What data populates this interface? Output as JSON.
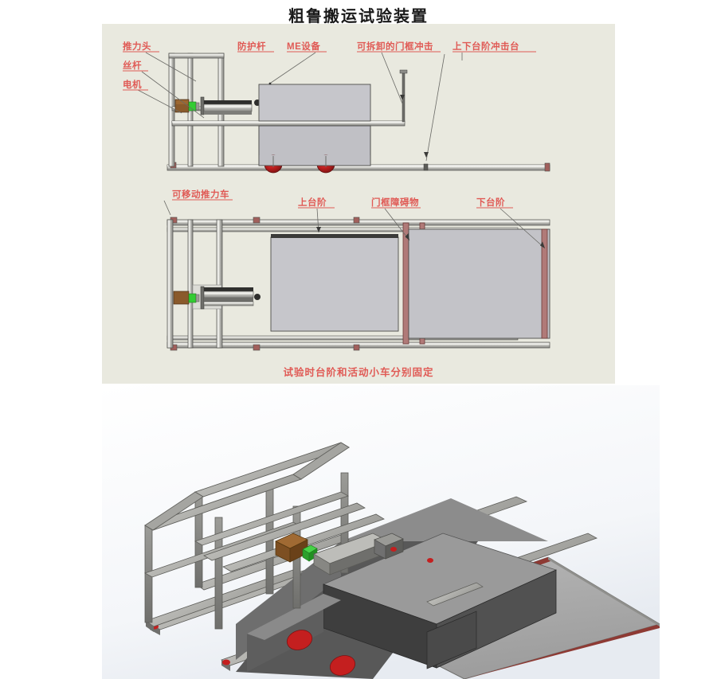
{
  "title": "粗鲁搬运试验装置",
  "schematic": {
    "caption": "试验时台阶和活动小车分别固定",
    "elevation_labels": [
      {
        "id": "push-head",
        "text": "推力头"
      },
      {
        "id": "screw-rod",
        "text": "丝杆"
      },
      {
        "id": "motor",
        "text": "电机"
      },
      {
        "id": "guard-bar",
        "text": "防护杆"
      },
      {
        "id": "me-device",
        "text": "ME设备"
      },
      {
        "id": "door-frame-impact",
        "text": "可拆卸的门框冲击"
      },
      {
        "id": "step-impact-table",
        "text": "上下台阶冲击台"
      }
    ],
    "plan_labels": [
      {
        "id": "movable-push-cart",
        "text": "可移动推力车"
      },
      {
        "id": "upper-step",
        "text": "上台阶"
      },
      {
        "id": "door-frame-obstacle",
        "text": "门框障碍物"
      },
      {
        "id": "lower-step",
        "text": "下台阶"
      }
    ]
  },
  "colors": {
    "panel_background": "#e9e9df",
    "label_red": "#e05a55",
    "leader_gray": "#6a6a66",
    "frame_gray": "#b9b9b4",
    "frame_dark": "#4d4d4a",
    "device_gray": "#c3c3c8",
    "wheel_red": "#c02020",
    "motor_brown": "#8a5a2b",
    "coupling_green": "#33cc33",
    "obstacle_red": "#b07a78",
    "render_box_top": "#9a9a9a",
    "render_box_front": "#3e3e3e",
    "render_frame": "#a8a8a4",
    "ramp_gray": "#a9a9a9",
    "ramp_edge_red": "#8e3a34"
  }
}
